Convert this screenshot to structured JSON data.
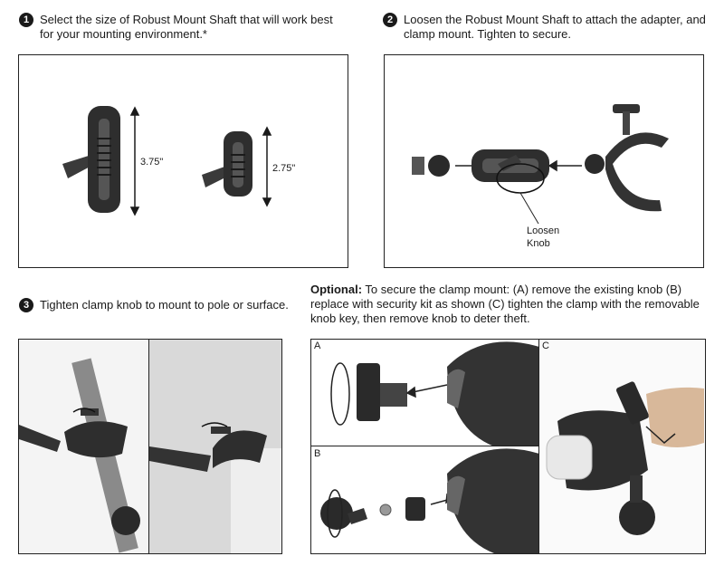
{
  "step1": {
    "number": "1",
    "text": "Select the size of Robust Mount Shaft that will work best for your mounting environment.*",
    "dimension_long": "3.75\"",
    "dimension_short": "2.75\""
  },
  "step2": {
    "number": "2",
    "text": "Loosen the Robust Mount Shaft to attach the adapter, and clamp mount. Tighten to secure.",
    "callout": "Loosen Knob"
  },
  "step3": {
    "number": "3",
    "text": "Tighten clamp knob to mount to pole or surface."
  },
  "optional": {
    "label": "Optional:",
    "text": " To secure the clamp mount: (A) remove the existing knob (B) replace with security kit as shown (C) tighten the clamp with the removable knob key, then remove knob to deter theft.",
    "panels": [
      "A",
      "B",
      "C"
    ]
  }
}
